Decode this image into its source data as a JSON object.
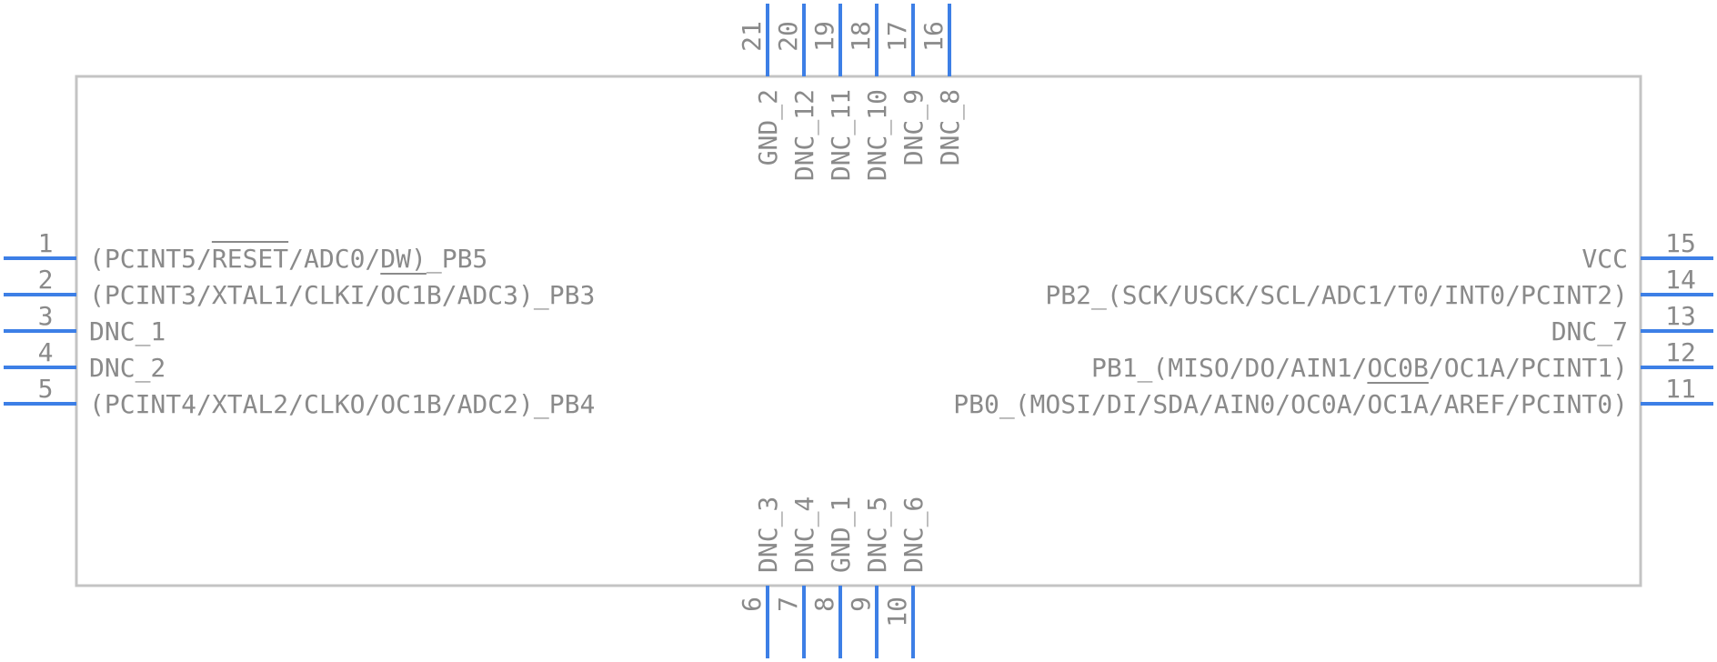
{
  "colors": {
    "body_outline": "#c4c4c4",
    "pin_line": "#3d7fe6",
    "text": "#8a8a8a",
    "background": "#ffffff"
  },
  "pins": {
    "left": [
      {
        "number": "1",
        "label": "(PCINT5/RESET/ADC0/DW)_PB5",
        "overline": "RESET",
        "underline": "DW)"
      },
      {
        "number": "2",
        "label": "(PCINT3/XTAL1/CLKI/OC1B/ADC3)_PB3"
      },
      {
        "number": "3",
        "label": "DNC_1"
      },
      {
        "number": "4",
        "label": "DNC_2"
      },
      {
        "number": "5",
        "label": "(PCINT4/XTAL2/CLKO/OC1B/ADC2)_PB4"
      }
    ],
    "right": [
      {
        "number": "15",
        "label": "VCC"
      },
      {
        "number": "14",
        "label": "PB2_(SCK/USCK/SCL/ADC1/T0/INT0/PCINT2)"
      },
      {
        "number": "13",
        "label": "DNC_7"
      },
      {
        "number": "12",
        "label": "PB1_(MISO/DO/AIN1/OC0B/OC1A/PCINT1)",
        "underline": "OC0B"
      },
      {
        "number": "11",
        "label": "PB0_(MOSI/DI/SDA/AIN0/OC0A/OC1A/AREF/PCINT0)"
      }
    ],
    "top": [
      {
        "number": "21",
        "label": "GND_2"
      },
      {
        "number": "20",
        "label": "DNC_12"
      },
      {
        "number": "19",
        "label": "DNC_11"
      },
      {
        "number": "18",
        "label": "DNC_10"
      },
      {
        "number": "17",
        "label": "DNC_9"
      },
      {
        "number": "16",
        "label": "DNC_8"
      }
    ],
    "bottom": [
      {
        "number": "6",
        "label": "DNC_3"
      },
      {
        "number": "7",
        "label": "DNC_4"
      },
      {
        "number": "8",
        "label": "GND_1"
      },
      {
        "number": "9",
        "label": "DNC_5"
      },
      {
        "number": "10",
        "label": "DNC_6"
      }
    ]
  }
}
